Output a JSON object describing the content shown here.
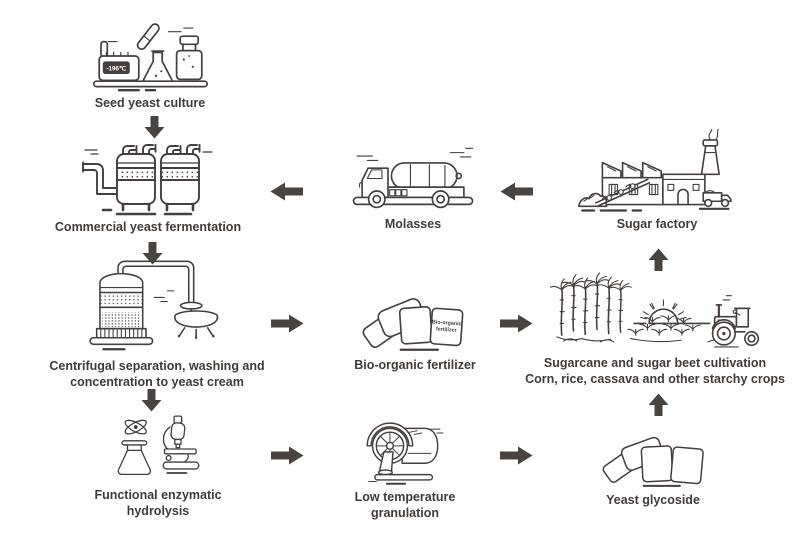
{
  "diagram": {
    "background": "#ffffff",
    "line_color": "#463f3b",
    "arrow_color": "#4a4441",
    "label_color": "#423c38",
    "nodes": {
      "seed_yeast_culture": {
        "label": "Seed yeast culture",
        "icon": "lab-glassware-icon",
        "freezer_label": "-196℃"
      },
      "commercial_yeast_fermentation": {
        "label": "Commercial yeast fermentation",
        "icon": "fermentation-tanks-icon"
      },
      "molasses": {
        "label": "Molasses",
        "icon": "tanker-truck-icon"
      },
      "sugar_factory": {
        "label": "Sugar factory",
        "icon": "factory-icon"
      },
      "centrifugal_separation": {
        "lines": [
          "Centrifugal separation, washing and",
          "concentration to yeast cream"
        ],
        "icon": "separator-tank-icon"
      },
      "bio_organic_fertilizer": {
        "label": "Bio-organic fertilizer",
        "icon": "fertilizer-bags-icon",
        "bag_line1": "Bio-organic",
        "bag_line2": "fertilizer"
      },
      "cultivation": {
        "lines": [
          "Sugarcane and sugar beet cultivation",
          "Corn, rice, cassava and other starchy crops"
        ],
        "icon": "farm-field-icon"
      },
      "functional_enzymatic_hydrolysis": {
        "lines": [
          "Functional enzymatic",
          "hydrolysis"
        ],
        "icon": "flask-microscope-icon"
      },
      "low_temperature_granulation": {
        "lines": [
          "Low temperature",
          "granulation"
        ],
        "icon": "granulator-icon"
      },
      "yeast_glycoside": {
        "label": "Yeast glycoside",
        "icon": "product-bags-icon"
      }
    },
    "flows": [
      {
        "from": "seed_yeast_culture",
        "to": "commercial_yeast_fermentation",
        "direction": "down"
      },
      {
        "from": "molasses",
        "to": "commercial_yeast_fermentation",
        "direction": "left"
      },
      {
        "from": "sugar_factory",
        "to": "molasses",
        "direction": "left"
      },
      {
        "from": "commercial_yeast_fermentation",
        "to": "centrifugal_separation",
        "direction": "down"
      },
      {
        "from": "centrifugal_separation",
        "to": "bio_organic_fertilizer",
        "direction": "right"
      },
      {
        "from": "bio_organic_fertilizer",
        "to": "cultivation",
        "direction": "right"
      },
      {
        "from": "cultivation",
        "to": "sugar_factory",
        "direction": "up"
      },
      {
        "from": "centrifugal_separation",
        "to": "functional_enzymatic_hydrolysis",
        "direction": "down"
      },
      {
        "from": "functional_enzymatic_hydrolysis",
        "to": "low_temperature_granulation",
        "direction": "right"
      },
      {
        "from": "low_temperature_granulation",
        "to": "yeast_glycoside",
        "direction": "right"
      },
      {
        "from": "yeast_glycoside",
        "to": "cultivation",
        "direction": "up"
      }
    ]
  }
}
